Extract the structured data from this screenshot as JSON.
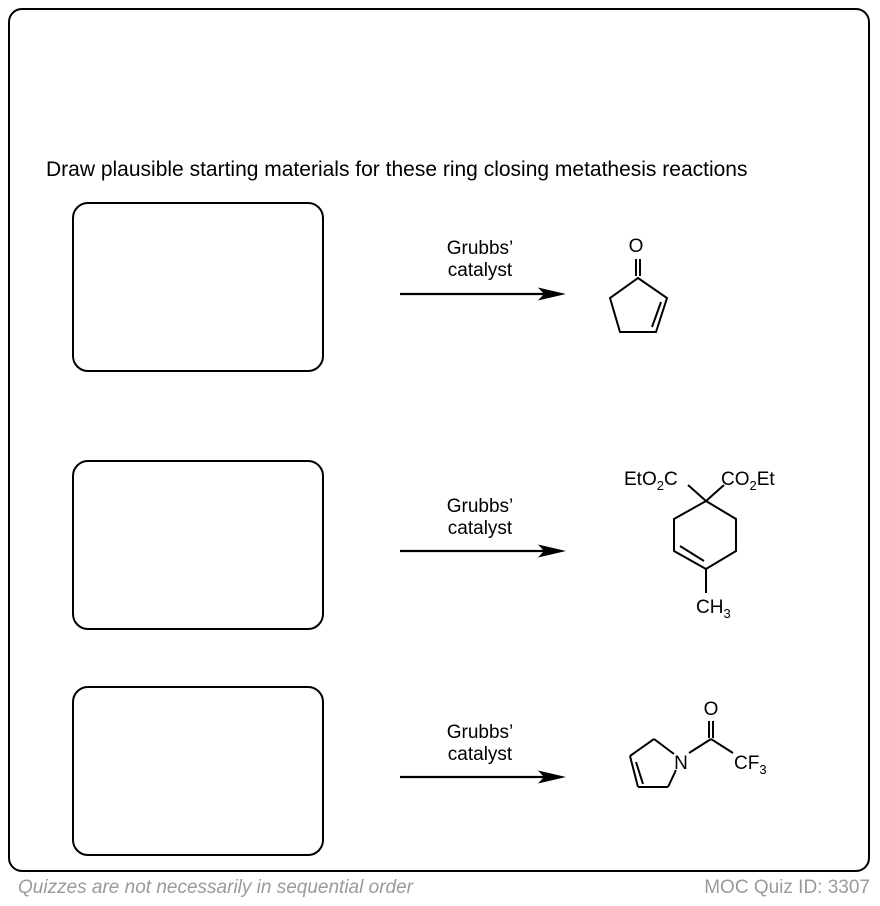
{
  "instructions": "Draw plausible starting materials for these ring closing metathesis reactions",
  "reactions": [
    {
      "reagent_line1": "Grubbs’",
      "reagent_line2": "catalyst",
      "product": {
        "oxygen": "O"
      }
    },
    {
      "reagent_line1": "Grubbs’",
      "reagent_line2": "catalyst",
      "product": {
        "left_group_a": "EtO",
        "left_group_sub": "2",
        "left_group_b": "C",
        "right_group_a": "CO",
        "right_group_sub": "2",
        "right_group_b": "Et",
        "methyl_a": "CH",
        "methyl_sub": "3"
      }
    },
    {
      "reagent_line1": "Grubbs’",
      "reagent_line2": "catalyst",
      "product": {
        "nitrogen": "N",
        "oxygen": "O",
        "cf_a": "CF",
        "cf_sub": "3"
      }
    }
  ],
  "footer": {
    "note": "Quizzes are not necessarily in sequential order",
    "quiz_id": "MOC Quiz ID: 3307"
  }
}
